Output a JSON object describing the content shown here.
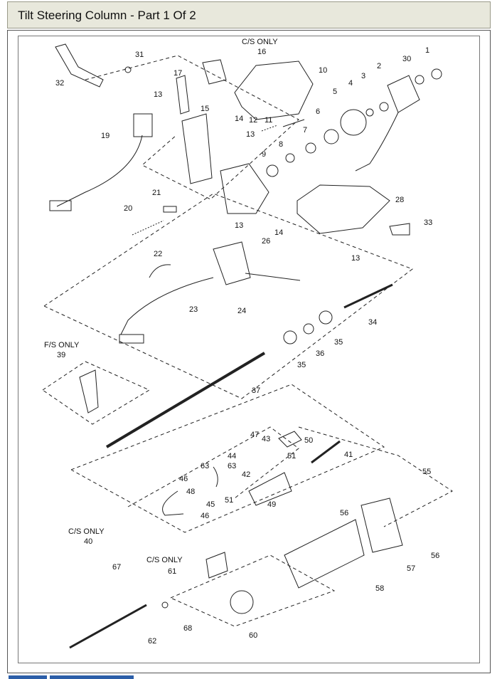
{
  "title": "Tilt Steering Column - Part 1 Of 2",
  "callouts": [
    {
      "id": "c1",
      "text": "1"
    },
    {
      "id": "c2",
      "text": "2"
    },
    {
      "id": "c3",
      "text": "3"
    },
    {
      "id": "c4",
      "text": "4"
    },
    {
      "id": "c5",
      "text": "5"
    },
    {
      "id": "c6",
      "text": "6"
    },
    {
      "id": "c7",
      "text": "7"
    },
    {
      "id": "c8",
      "text": "8"
    },
    {
      "id": "c9",
      "text": "9"
    },
    {
      "id": "c10",
      "text": "10"
    },
    {
      "id": "c11",
      "text": "11"
    },
    {
      "id": "c12",
      "text": "12"
    },
    {
      "id": "c13a",
      "text": "13"
    },
    {
      "id": "c13b",
      "text": "13"
    },
    {
      "id": "c13c",
      "text": "13"
    },
    {
      "id": "c13d",
      "text": "13"
    },
    {
      "id": "c14a",
      "text": "14"
    },
    {
      "id": "c14b",
      "text": "14"
    },
    {
      "id": "c15",
      "text": "15"
    },
    {
      "id": "c16",
      "text": "16"
    },
    {
      "id": "c17",
      "text": "17"
    },
    {
      "id": "c19",
      "text": "19"
    },
    {
      "id": "c20",
      "text": "20"
    },
    {
      "id": "c21",
      "text": "21"
    },
    {
      "id": "c22",
      "text": "22"
    },
    {
      "id": "c23",
      "text": "23"
    },
    {
      "id": "c24",
      "text": "24"
    },
    {
      "id": "c26",
      "text": "26"
    },
    {
      "id": "c28",
      "text": "28"
    },
    {
      "id": "c30",
      "text": "30"
    },
    {
      "id": "c31",
      "text": "31"
    },
    {
      "id": "c32",
      "text": "32"
    },
    {
      "id": "c33",
      "text": "33"
    },
    {
      "id": "c34",
      "text": "34"
    },
    {
      "id": "c35a",
      "text": "35"
    },
    {
      "id": "c35b",
      "text": "35"
    },
    {
      "id": "c36",
      "text": "36"
    },
    {
      "id": "c37",
      "text": "37"
    },
    {
      "id": "c39",
      "text": "39"
    },
    {
      "id": "c40",
      "text": "40"
    },
    {
      "id": "c41",
      "text": "41"
    },
    {
      "id": "c42",
      "text": "42"
    },
    {
      "id": "c43",
      "text": "43"
    },
    {
      "id": "c44",
      "text": "44"
    },
    {
      "id": "c45",
      "text": "45"
    },
    {
      "id": "c46a",
      "text": "46"
    },
    {
      "id": "c46b",
      "text": "46"
    },
    {
      "id": "c47",
      "text": "47"
    },
    {
      "id": "c48",
      "text": "48"
    },
    {
      "id": "c49",
      "text": "49"
    },
    {
      "id": "c50",
      "text": "50"
    },
    {
      "id": "c51a",
      "text": "51"
    },
    {
      "id": "c51b",
      "text": "51"
    },
    {
      "id": "c55",
      "text": "55"
    },
    {
      "id": "c56a",
      "text": "56"
    },
    {
      "id": "c56b",
      "text": "56"
    },
    {
      "id": "c57",
      "text": "57"
    },
    {
      "id": "c58",
      "text": "58"
    },
    {
      "id": "c60",
      "text": "60"
    },
    {
      "id": "c61",
      "text": "61"
    },
    {
      "id": "c62",
      "text": "62"
    },
    {
      "id": "c63a",
      "text": "63"
    },
    {
      "id": "c63b",
      "text": "63"
    },
    {
      "id": "c67",
      "text": "67"
    },
    {
      "id": "c68",
      "text": "68"
    }
  ],
  "notes": {
    "cs_only_top": "C/S ONLY",
    "fs_only": "F/S ONLY",
    "cs_only_40": "C/S ONLY",
    "cs_only_61": "C/S ONLY"
  },
  "colors": {
    "title_bg": "#e8e8dc",
    "line": "#222222",
    "tab": "#2c5ea8"
  }
}
